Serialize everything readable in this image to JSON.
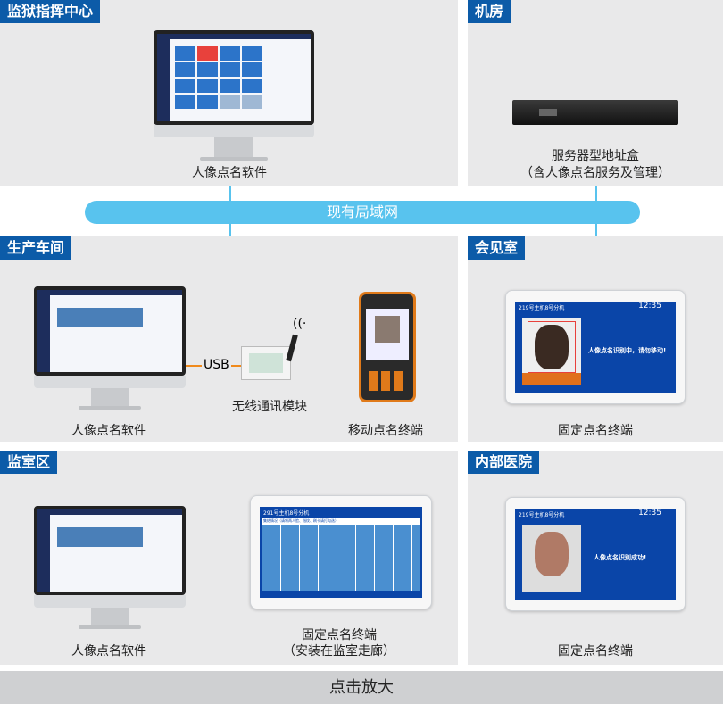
{
  "sections": {
    "command": {
      "title": "监狱指挥中心",
      "caption": "人像点名软件"
    },
    "server": {
      "title": "机房",
      "caption1": "服务器型地址盒",
      "caption2": "（含人像点名服务及管理）"
    },
    "network": {
      "label": "现有局域网"
    },
    "workshop": {
      "title": "生产车间",
      "software": "人像点名软件",
      "usb": "USB",
      "wireless": "无线通讯模块",
      "mobile": "移动点名终端"
    },
    "visit": {
      "title": "会见室",
      "caption": "固定点名终端",
      "screen_title": "219号主机8号分机",
      "clock": "12:35",
      "message": "人像点名识别中，请勿移动!"
    },
    "cell": {
      "title": "监室区",
      "software": "人像点名软件",
      "terminal1": "固定点名终端",
      "terminal2": "（安装在监室走廊）",
      "screen_title": "291号主机8号分机",
      "screen_sub": "集结情况（请将两人脸、指纹、刷卡请打勾选）"
    },
    "hospital": {
      "title": "内部医院",
      "caption": "固定点名终端",
      "screen_title": "219号主机8号分机",
      "clock": "12:35",
      "message": "人像点名识别成功!"
    }
  },
  "footer": {
    "label": "点击放大"
  },
  "colors": {
    "tag": "#0c5ba8",
    "network": "#58c3ee",
    "screen": "#0a45a8",
    "alert": "#e8413c"
  }
}
